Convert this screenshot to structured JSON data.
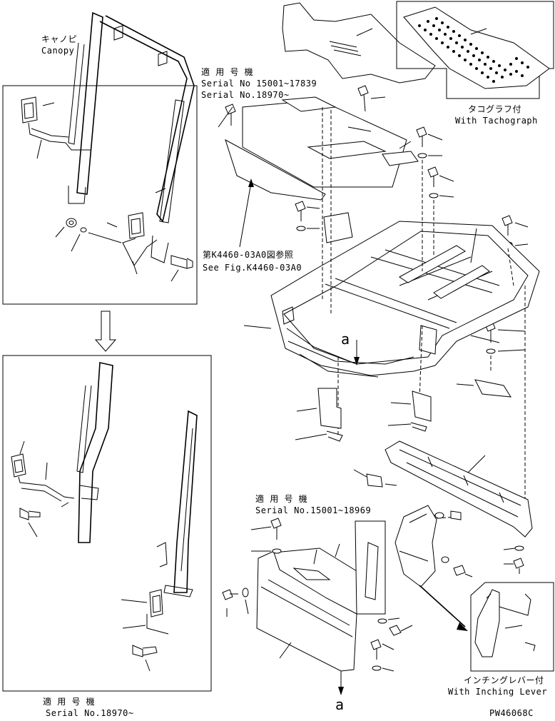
{
  "labels": {
    "canopy_jp": "キャノピ",
    "canopy_en": "Canopy",
    "serial_top_jp": "適 用 号 機",
    "serial_top_1": "Serial No 15001~17839",
    "serial_top_2": "Serial No.18970~",
    "tacho_jp": "タコグラフ付",
    "tacho_en": "With Tachograph",
    "see_fig_jp": "第K4460-03A0図参照",
    "see_fig_en": "See Fig.K4460-03A0",
    "arrow_a_top": "a",
    "serial_mid_jp": "適 用 号 機",
    "serial_mid_en": "Serial No.15001~18969",
    "serial_bot_jp": "適 用 号 機",
    "serial_bot_en": "Serial No.18970~",
    "inching_jp": "インチングレバー付",
    "inching_en": "With Inching Lever",
    "arrow_a_bottom": "a",
    "drawing_no": "PW46068C"
  }
}
